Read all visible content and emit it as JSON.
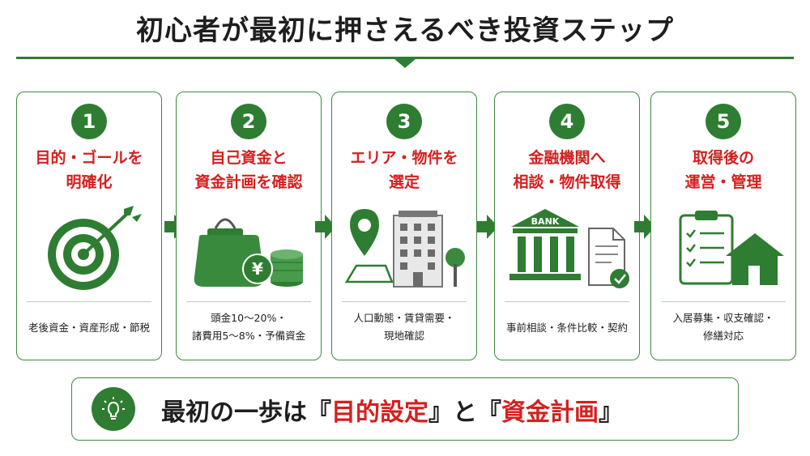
{
  "title": "初心者が最初に押さえるべき投資ステップ",
  "colors": {
    "accent": "#2e7d32",
    "highlight": "#d42020"
  },
  "steps": [
    {
      "number": "1",
      "title_lines": [
        "目的・ゴールを",
        "明確化"
      ],
      "icon": "target-icon",
      "desc_lines": [
        "老後資金・資産形成・節税"
      ]
    },
    {
      "number": "2",
      "title_lines": [
        "自己資金と",
        "資金計画を確認"
      ],
      "icon": "wallet-coins-icon",
      "desc_lines": [
        "頭金10〜20%・",
        "諸費用5〜8%・予備資金"
      ]
    },
    {
      "number": "3",
      "title_lines": [
        "エリア・物件を",
        "選定"
      ],
      "icon": "location-building-icon",
      "desc_lines": [
        "人口動態・賃貸需要・",
        "現地確認"
      ]
    },
    {
      "number": "4",
      "title_lines": [
        "金融機関へ",
        "相談・物件取得"
      ],
      "icon": "bank-document-icon",
      "bank_label": "BANK",
      "desc_lines": [
        "事前相談・条件比較・契約"
      ]
    },
    {
      "number": "5",
      "title_lines": [
        "取得後の",
        "運営・管理"
      ],
      "icon": "checklist-house-icon",
      "desc_lines": [
        "入居募集・収支確認・",
        "修繕対応"
      ]
    }
  ],
  "footer": {
    "prefix": "最初の一歩は",
    "bracket_open": "『",
    "term1": "目的設定",
    "bracket_close": "』",
    "connector": "と",
    "term2": "資金計画"
  }
}
